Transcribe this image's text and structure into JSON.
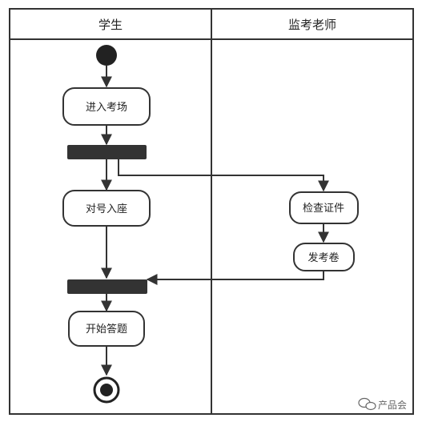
{
  "lanes": [
    {
      "title": "学生"
    },
    {
      "title": "监考老师"
    }
  ],
  "activities": {
    "enter": "进入考场",
    "seat": "对号入座",
    "check": "检查证件",
    "hand_out": "发考卷",
    "start": "开始答题"
  },
  "watermark": {
    "text": "产品会",
    "icon": "wechat-icon"
  },
  "colors": {
    "line": "#333333",
    "bar": "#333333",
    "node_fill": "#ffffff"
  }
}
